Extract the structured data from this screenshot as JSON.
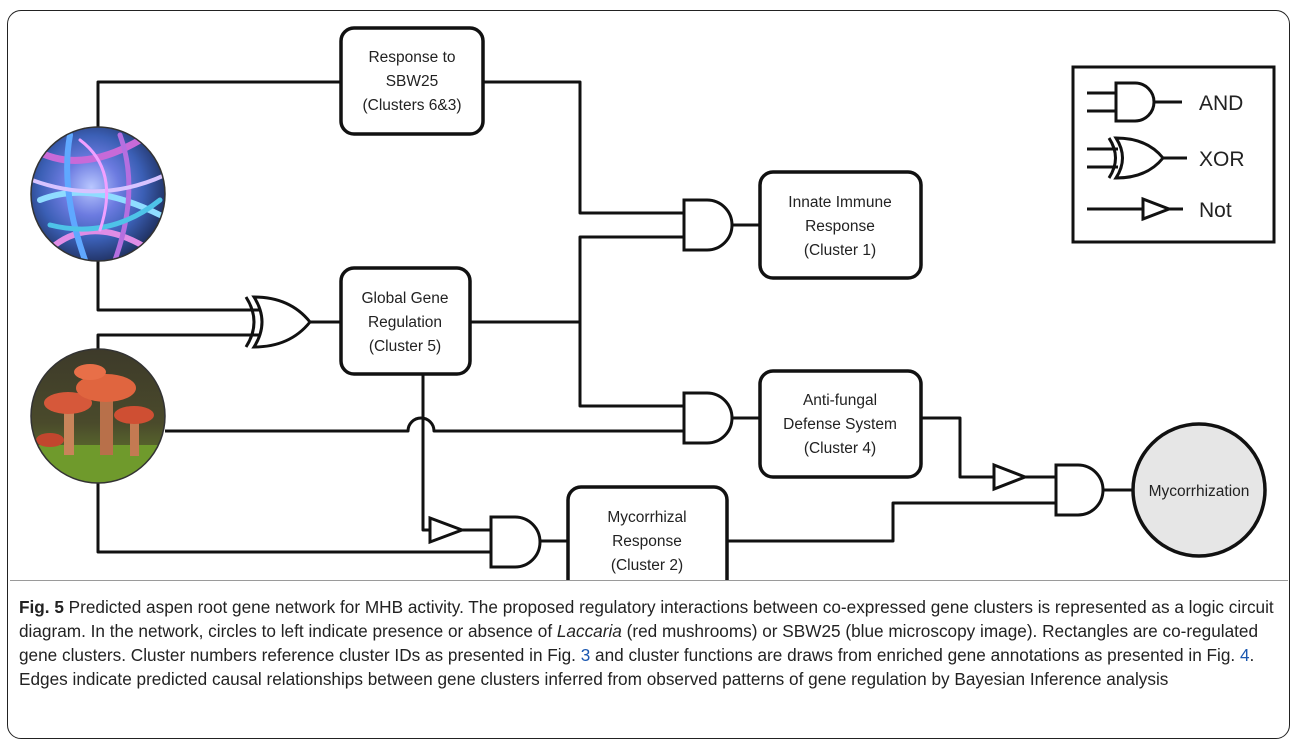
{
  "boxes": {
    "response_sbw25": [
      "Response to",
      "SBW25",
      "(Clusters 6&3)"
    ],
    "global_gene": [
      "Global Gene",
      "Regulation",
      "(Cluster 5)"
    ],
    "innate_immune": [
      "Innate Immune",
      "Response",
      "(Cluster 1)"
    ],
    "antifungal": [
      "Anti-fungal",
      "Defense System",
      "(Cluster 4)"
    ],
    "mycorrhizal": [
      "Mycorrhizal",
      "Response",
      "(Cluster 2)"
    ]
  },
  "output_node": "Mycorrhization",
  "legend": {
    "and": "AND",
    "xor": "XOR",
    "not": "Not"
  },
  "caption": {
    "fig_label": "Fig. 5",
    "part1": " Predicted aspen root gene network for MHB activity. The proposed regulatory interactions between co-expressed gene clusters is represented as a logic circuit diagram. In the network, circles to left indicate presence or absence of ",
    "laccaria": "Laccaria",
    "part2": " (red mushrooms) or SBW25 (blue microscopy image). Rectangles are co-regulated gene clusters. Cluster numbers reference cluster IDs as presented in Fig. ",
    "ref3": "3",
    "part3": " and cluster functions are draws from enriched gene annotations as presented in Fig. ",
    "ref4": "4",
    "part4": ". Edges indicate predicted causal relationships between gene clusters inferred from observed patterns of gene regulation by Bayesian Inference analysis"
  }
}
